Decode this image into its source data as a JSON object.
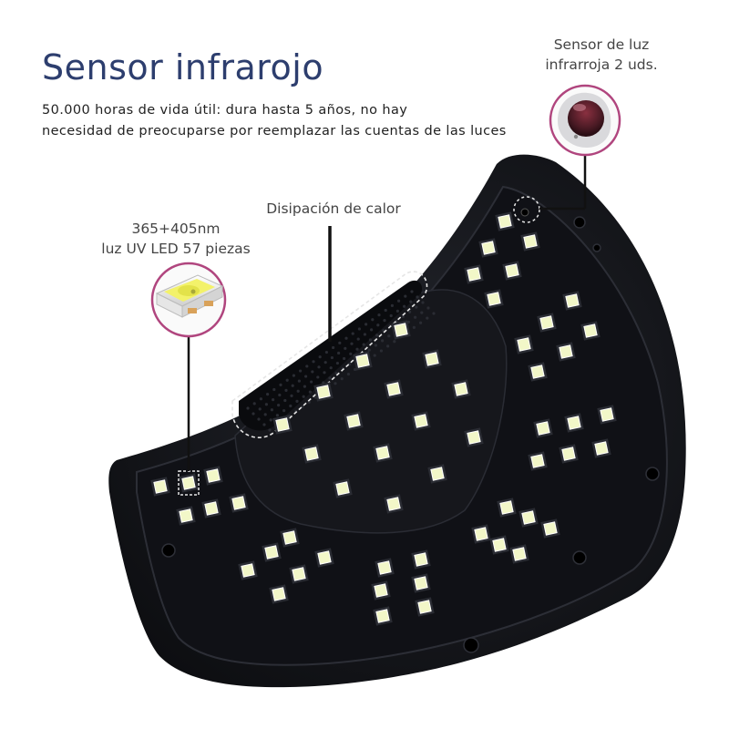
{
  "heading": "Sensor infrarojo",
  "description_lines": [
    "50.000 horas de vida útil: dura hasta 5 años, no hay",
    "necesidad de preocuparse por reemplazar las cuentas de las luces"
  ],
  "callouts": {
    "sensor": [
      "Sensor de luz",
      "infrarroja 2 uds."
    ],
    "heat": "Disipación de calor",
    "led": [
      "365+405nm",
      "luz UV LED 57 piezas"
    ]
  },
  "colors": {
    "heading": "#2d3e6e",
    "accent_ring": "#b0457e",
    "device_body": "#14151a",
    "led": "#f2f7c8"
  }
}
